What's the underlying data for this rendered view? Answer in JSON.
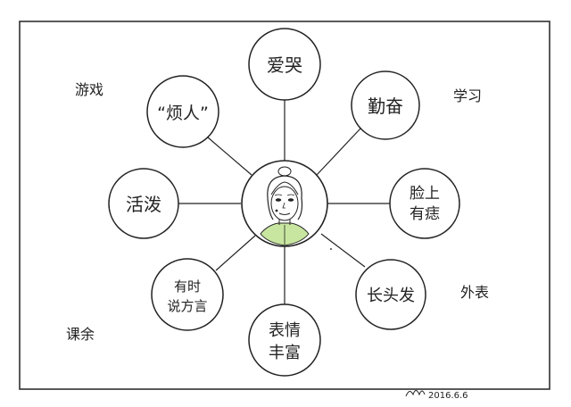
{
  "diagram": {
    "center_node": {
      "label": "",
      "illustration": "girl-portrait"
    },
    "nodes": [
      {
        "id": "ai-ku",
        "lines": [
          "爱哭"
        ]
      },
      {
        "id": "qin-fen",
        "lines": [
          "勤奋"
        ]
      },
      {
        "id": "lian-shang-you-zhi",
        "lines": [
          "脸上",
          "有痣"
        ]
      },
      {
        "id": "chang-tou-fa",
        "lines": [
          "长头发"
        ]
      },
      {
        "id": "biao-qing-feng-fu",
        "lines": [
          "表情",
          "丰富"
        ]
      },
      {
        "id": "you-shi-shuo-fang-yan",
        "lines": [
          "有时",
          "说方言"
        ]
      },
      {
        "id": "huo-po",
        "lines": [
          "活泼"
        ]
      },
      {
        "id": "fan-ren",
        "lines": [
          "“烦人”"
        ]
      }
    ],
    "category_labels": [
      {
        "id": "you-xi",
        "text": "游戏"
      },
      {
        "id": "xue-xi",
        "text": "学习"
      },
      {
        "id": "wai-biao",
        "text": "外表"
      },
      {
        "id": "ke-yu",
        "text": "课余"
      }
    ],
    "signature": {
      "text": "2016.6.6"
    }
  },
  "colors": {
    "stroke": "#222222",
    "shirt": "#c8e6a0",
    "background": "#ffffff"
  }
}
